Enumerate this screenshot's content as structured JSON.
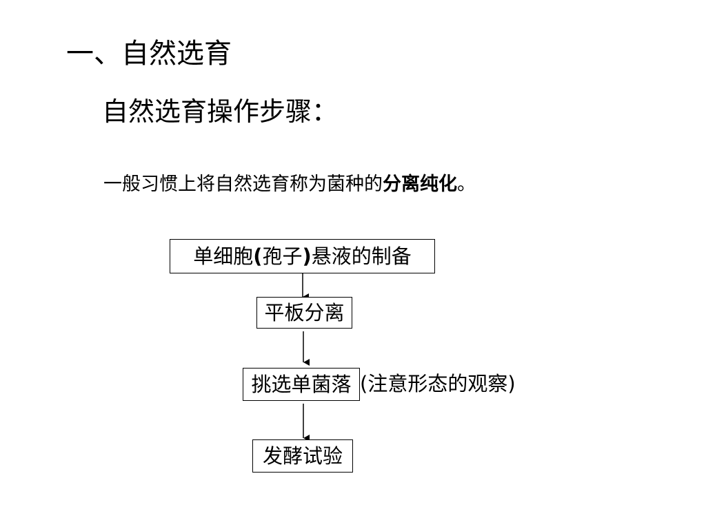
{
  "heading": "一、自然选育",
  "subheading": "自然选育操作步骤：",
  "sentence": {
    "prefix": "一般习惯上将自然选育称为菌种的",
    "emphasis": "分离纯化",
    "suffix": "。"
  },
  "flow": {
    "step1": {
      "part1": "单细胞",
      "paren_open": "(",
      "part2": "孢子",
      "paren_close": ")",
      "part3": "悬液的制备"
    },
    "step2": "平板分离",
    "step3": "挑选单菌落",
    "step3_note": "(注意形态的观察)",
    "step4": "发酵试验"
  }
}
